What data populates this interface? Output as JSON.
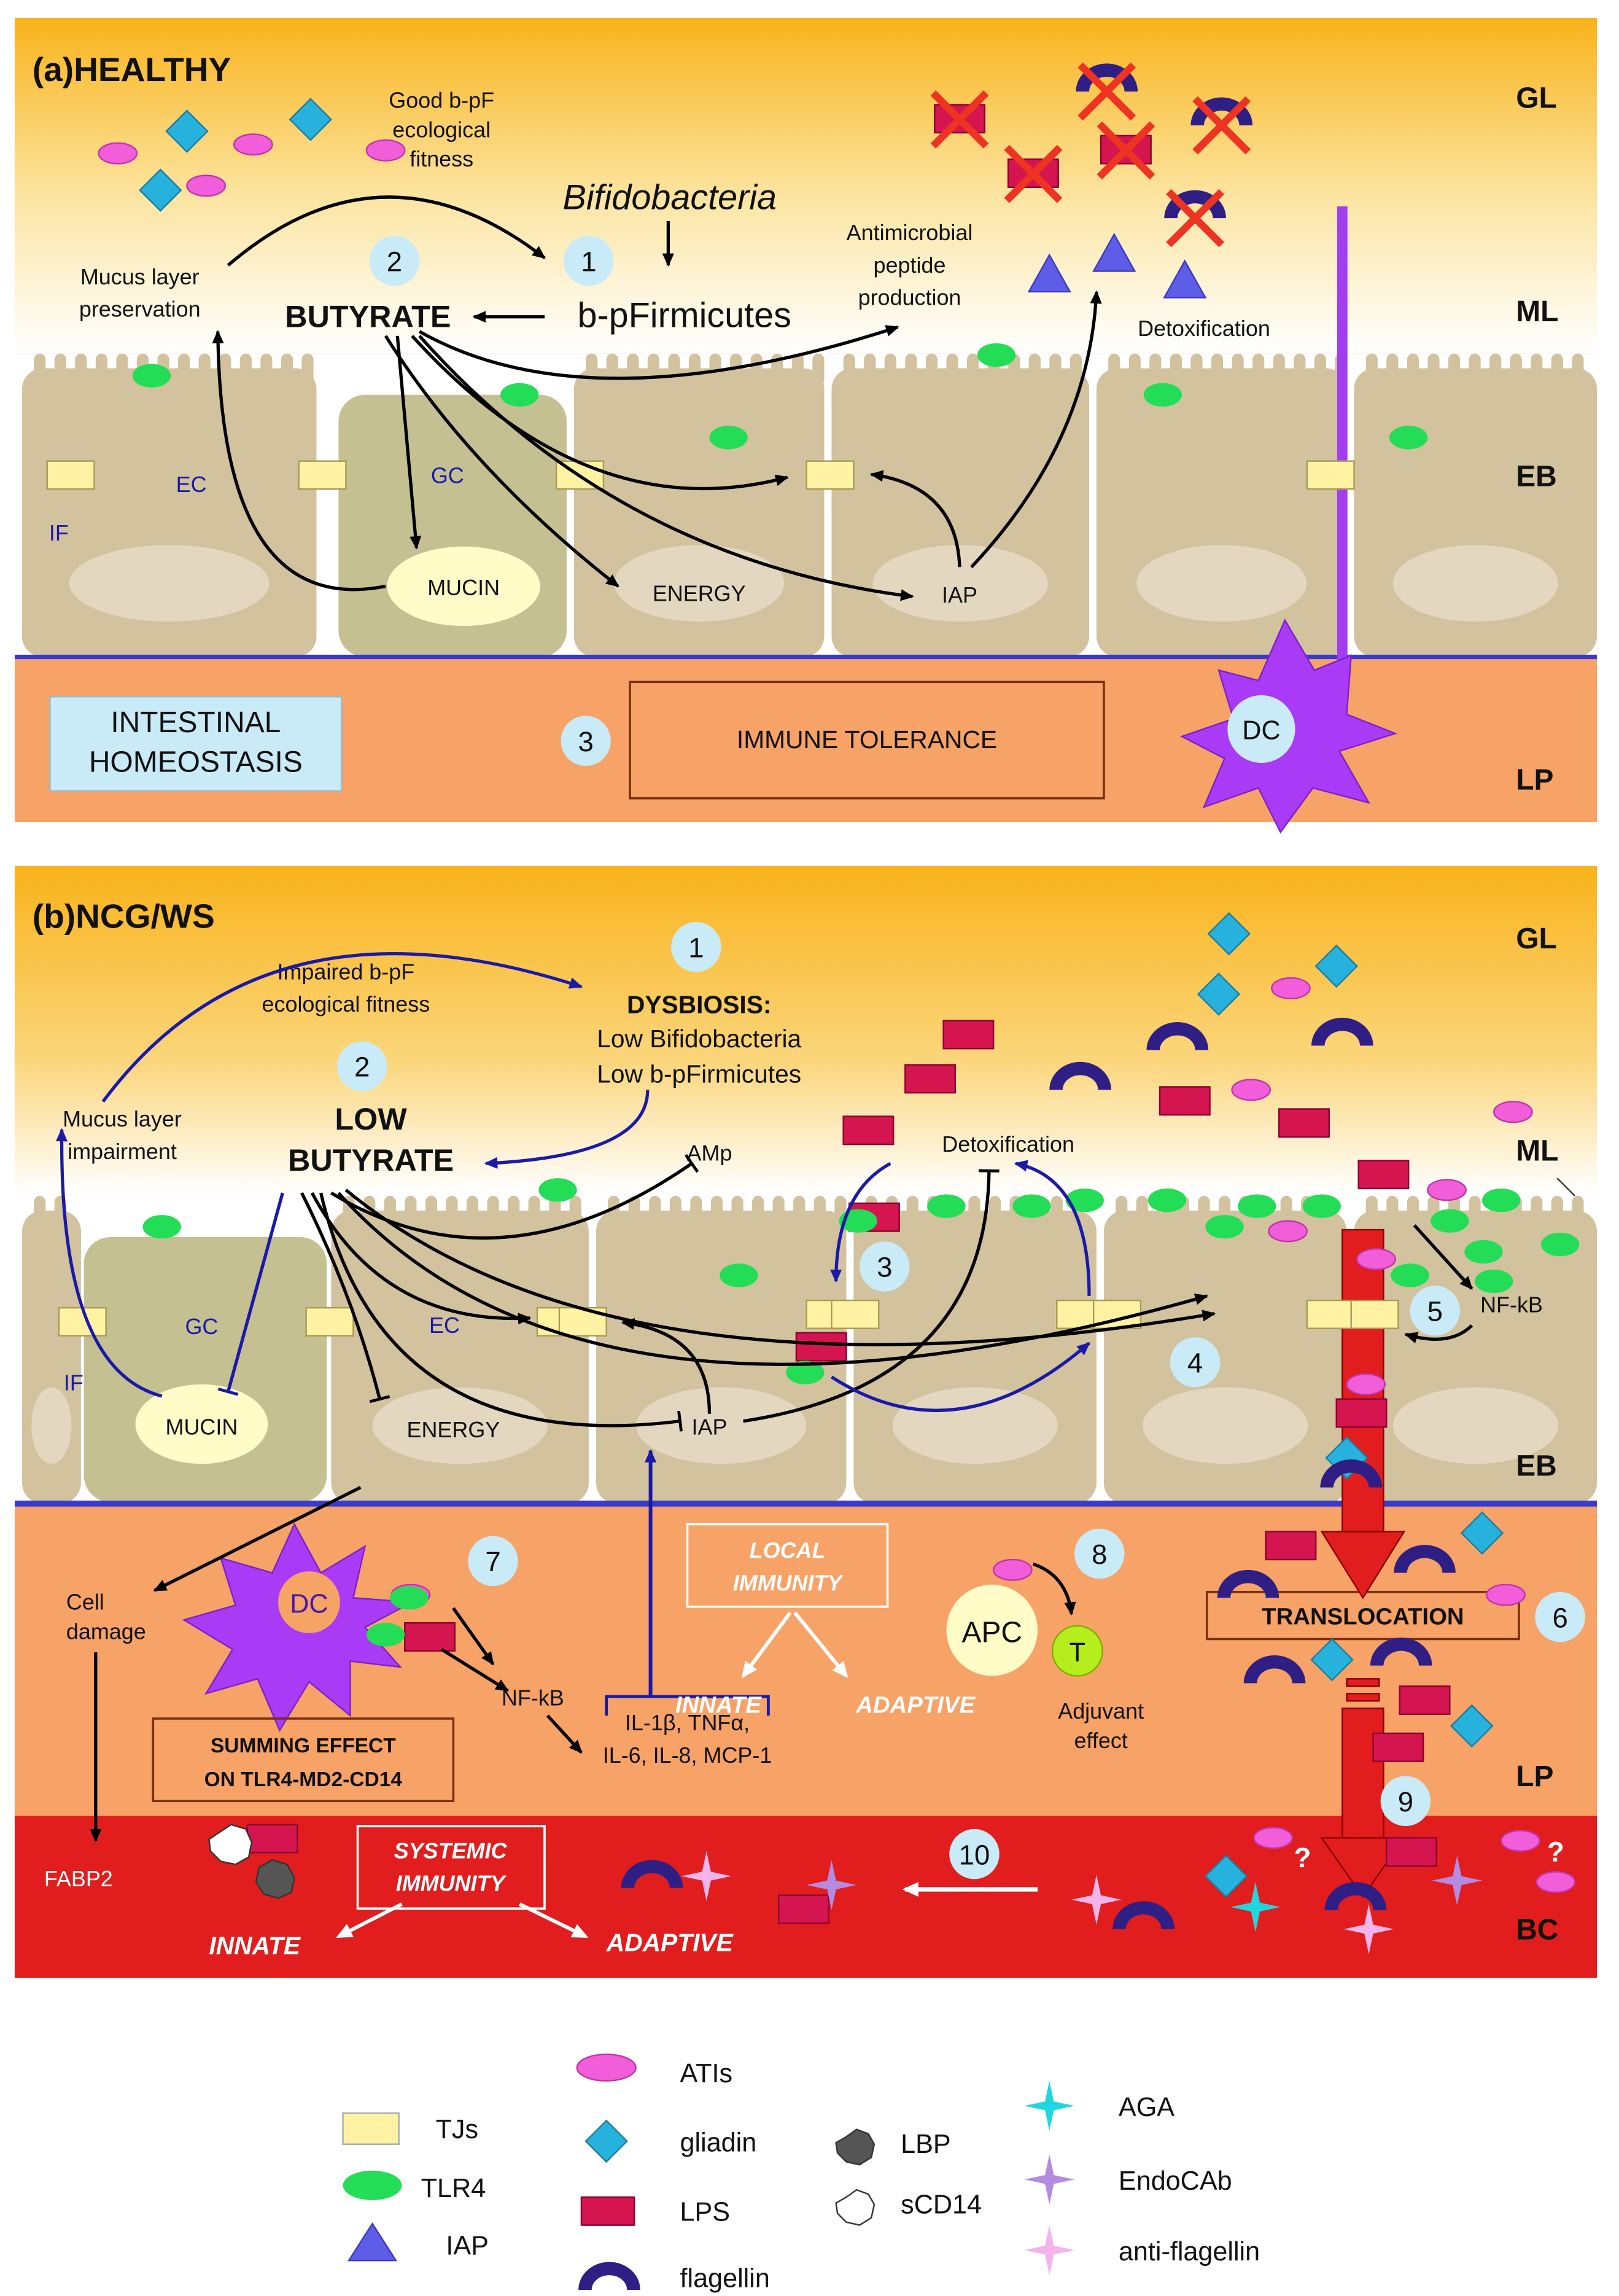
{
  "panel_a": {
    "title": "(a)HEALTHY",
    "layers": {
      "gl": "GL",
      "ml": "ML",
      "eb": "EB",
      "lp": "LP"
    },
    "good_fitness": [
      "Good b-pF",
      "ecological",
      "fitness"
    ],
    "bifido": "Bifidobacteria",
    "bpf": "b-pFirmicutes",
    "butyrate": "BUTYRATE",
    "mucus": [
      "Mucus layer",
      "preservation"
    ],
    "amp": [
      "Antimicrobial",
      "peptide",
      "production"
    ],
    "detox": "Detoxification",
    "mucin": "MUCIN",
    "energy": "ENERGY",
    "iap": "IAP",
    "ec": "EC",
    "gc": "GC",
    "if": "IF",
    "homeostasis": [
      "INTESTINAL",
      "HOMEOSTASIS"
    ],
    "tolerance": "IMMUNE TOLERANCE",
    "dc": "DC",
    "nums": [
      "1",
      "2",
      "3"
    ]
  },
  "panel_b": {
    "title": "(b)NCG/WS",
    "layers": {
      "gl": "GL",
      "ml": "ML",
      "eb": "EB",
      "lp": "LP",
      "bc": "BC"
    },
    "impaired_fitness": [
      "Impaired b-pF",
      "ecological fitness"
    ],
    "dysbiosis": [
      "DYSBIOSIS:",
      "Low Bifidobacteria",
      "Low b-pFirmicutes"
    ],
    "low_butyrate": [
      "LOW",
      "BUTYRATE"
    ],
    "mucus": [
      "Mucus layer",
      "impairment"
    ],
    "amp": "AMp",
    "detox": "Detoxification",
    "mucin": "MUCIN",
    "energy": "ENERGY",
    "iap": "IAP",
    "ec": "EC",
    "gc": "GC",
    "if": "IF",
    "nfkb": "NF-kB",
    "nfkb2": "NF-kB",
    "cell_damage": [
      "Cell",
      "damage"
    ],
    "fabp2": "FABP2",
    "dc": "DC",
    "summing": [
      "SUMMING EFFECT",
      "ON TLR4-MD2-CD14"
    ],
    "cytokines": [
      "IL-1β, TNFα,",
      "IL-6, IL-8, MCP-1"
    ],
    "local_immunity": [
      "LOCAL",
      "IMMUNITY"
    ],
    "innate": "INNATE",
    "adaptive": "ADAPTIVE",
    "apc": "APC",
    "t": "T",
    "adjuvant": [
      "Adjuvant",
      "effect"
    ],
    "translocation": "TRANSLOCATION",
    "systemic": [
      "SYSTEMIC",
      "IMMUNITY"
    ],
    "sys_innate": "INNATE",
    "sys_adaptive": "ADAPTIVE",
    "question": "?",
    "nums": [
      "1",
      "2",
      "3",
      "4",
      "5",
      "6",
      "7",
      "8",
      "9",
      "10"
    ]
  },
  "legend": {
    "tjs": "TJs",
    "tlr4": "TLR4",
    "iap": "IAP",
    "atis": "ATIs",
    "gliadin": "gliadin",
    "lps": "LPS",
    "flagellin": "flagellin",
    "lbp": "LBP",
    "scd14": "sCD14",
    "aga": "AGA",
    "endocab": "EndoCAb",
    "antiflag": "anti-flagellin"
  },
  "colors": {
    "gl_orange": "#f9b31b",
    "cell_tan": "#d2c29e",
    "goblet": "#c4c092",
    "lp_orange": "#f7a266",
    "bc_red": "#e11d1d",
    "tj_yellow": "#fff3a3",
    "tlr4_green": "#22dd55",
    "gliadin_cyan": "#27b2dd",
    "ati_pink": "#f25ed9",
    "lps_crimson": "#d4154f",
    "flagellin_navy": "#2f1f85",
    "dc_purple": "#a93af5",
    "arrow_blue": "#1a1aa8"
  }
}
